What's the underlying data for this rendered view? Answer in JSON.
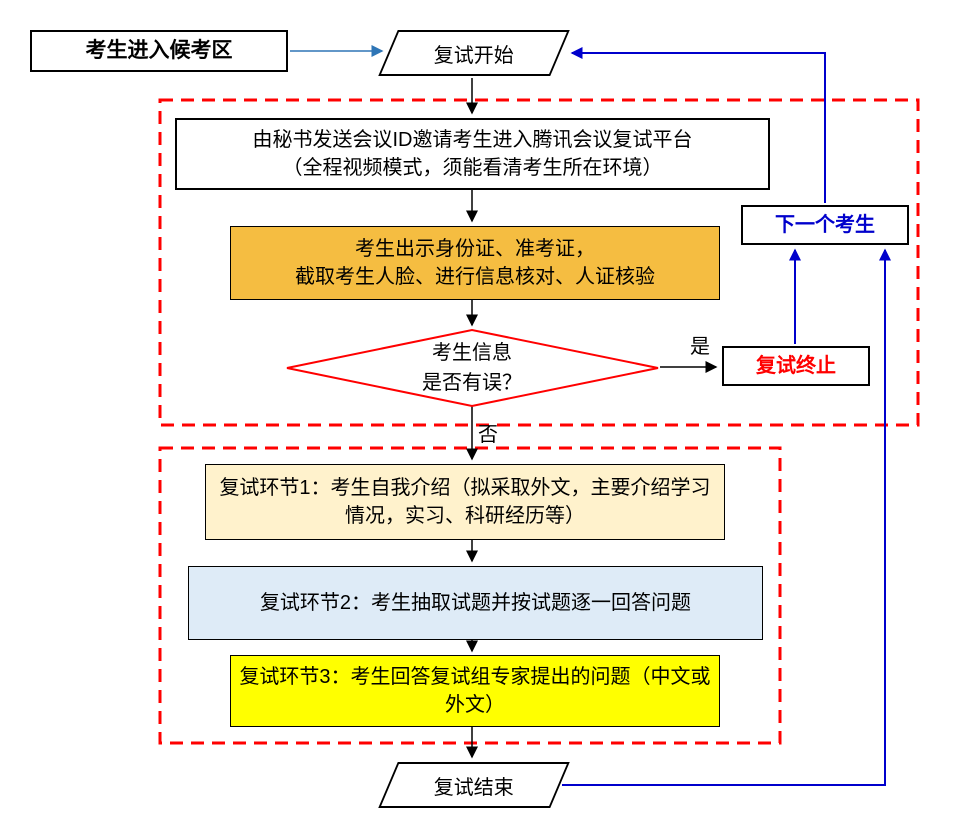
{
  "nodes": {
    "waiting_area": "考生进入候考区",
    "start": "复试开始",
    "send_id": {
      "line1": "由秘书发送会议ID邀请考生进入腾讯会议复试平台",
      "line2": "（全程视频模式，须能看清考生所在环境）"
    },
    "verify": {
      "line1": "考生出示身份证、准考证，",
      "line2": "截取考生人脸、进行信息核对、人证核验"
    },
    "decision": {
      "line1": "考生信息",
      "line2": "是否有误？"
    },
    "terminate": "复试终止",
    "next_candidate": "下一个考生",
    "step1": "复试环节1：考生自我介绍（拟采取外文，主要介绍学习情况，实习、科研经历等）",
    "step2": "复试环节2：考生抽取试题并按试题逐一回答问题",
    "step3": "复试环节3：考生回答复试组专家提出的问题（中文或外文）",
    "end": "复试结束"
  },
  "labels": {
    "yes": "是",
    "no": "否"
  },
  "colors": {
    "dashed_frame": "#FF0000",
    "diamond_border": "#FF0000",
    "verify_fill": "#F5BD41",
    "step1_fill": "#FFF2CC",
    "step2_fill": "#DEEBF7",
    "step3_fill": "#FFFF00",
    "terminate_text": "#FF0000",
    "next_candidate_text": "#0000CC",
    "loop_arrow": "#0000CC",
    "entry_arrow": "#2E75B6",
    "flow_arrow": "#000000"
  }
}
